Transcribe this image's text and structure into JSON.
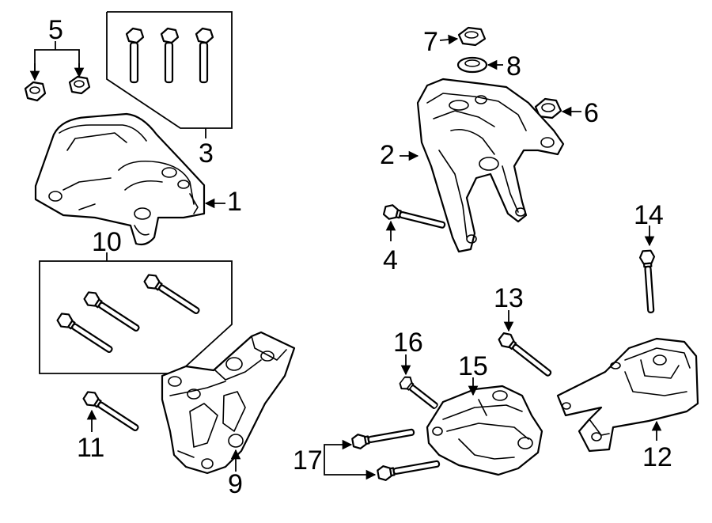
{
  "diagram": {
    "callouts": [
      "1",
      "2",
      "3",
      "4",
      "5",
      "6",
      "7",
      "8",
      "9",
      "10",
      "11",
      "12",
      "13",
      "14",
      "15",
      "16",
      "17"
    ]
  },
  "parts": [
    {
      "callout": "1",
      "icon": "engine-mount-icon"
    },
    {
      "callout": "2",
      "icon": "mount-bracket-icon"
    },
    {
      "callout": "3",
      "icon": "bolt-set-icon"
    },
    {
      "callout": "4",
      "icon": "bolt-icon"
    },
    {
      "callout": "5",
      "icon": "nut-pair-icon"
    },
    {
      "callout": "6",
      "icon": "nut-icon"
    },
    {
      "callout": "7",
      "icon": "nut-icon"
    },
    {
      "callout": "8",
      "icon": "washer-icon"
    },
    {
      "callout": "9",
      "icon": "transmission-bracket-icon"
    },
    {
      "callout": "10",
      "icon": "bolt-set-icon"
    },
    {
      "callout": "11",
      "icon": "bolt-icon"
    },
    {
      "callout": "12",
      "icon": "rear-mount-icon"
    },
    {
      "callout": "13",
      "icon": "bolt-icon"
    },
    {
      "callout": "14",
      "icon": "bolt-icon"
    },
    {
      "callout": "15",
      "icon": "mount-bracket-icon"
    },
    {
      "callout": "16",
      "icon": "bolt-icon"
    },
    {
      "callout": "17",
      "icon": "bolt-pair-icon"
    }
  ]
}
